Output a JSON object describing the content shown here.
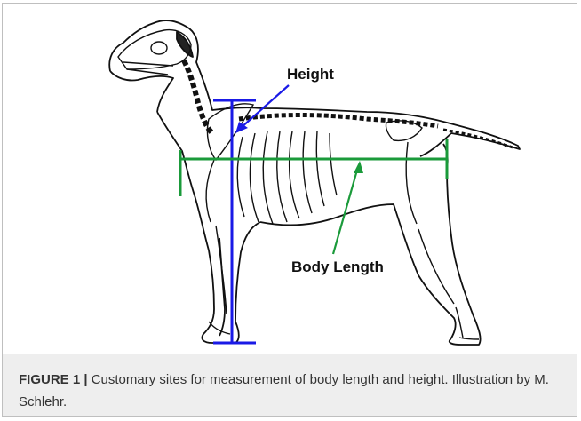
{
  "figure": {
    "label": "FIGURE 1 |",
    "caption": " Customary sites for measurement of body length and height. Illustration by M. Schlehr.",
    "annotations": {
      "height_label": "Height",
      "body_length_label": "Body Length"
    },
    "colors": {
      "height_marker": "#1a1ae6",
      "body_length_marker": "#1a9a3a",
      "outline": "#111111",
      "caption_background": "#eeeeee"
    }
  }
}
